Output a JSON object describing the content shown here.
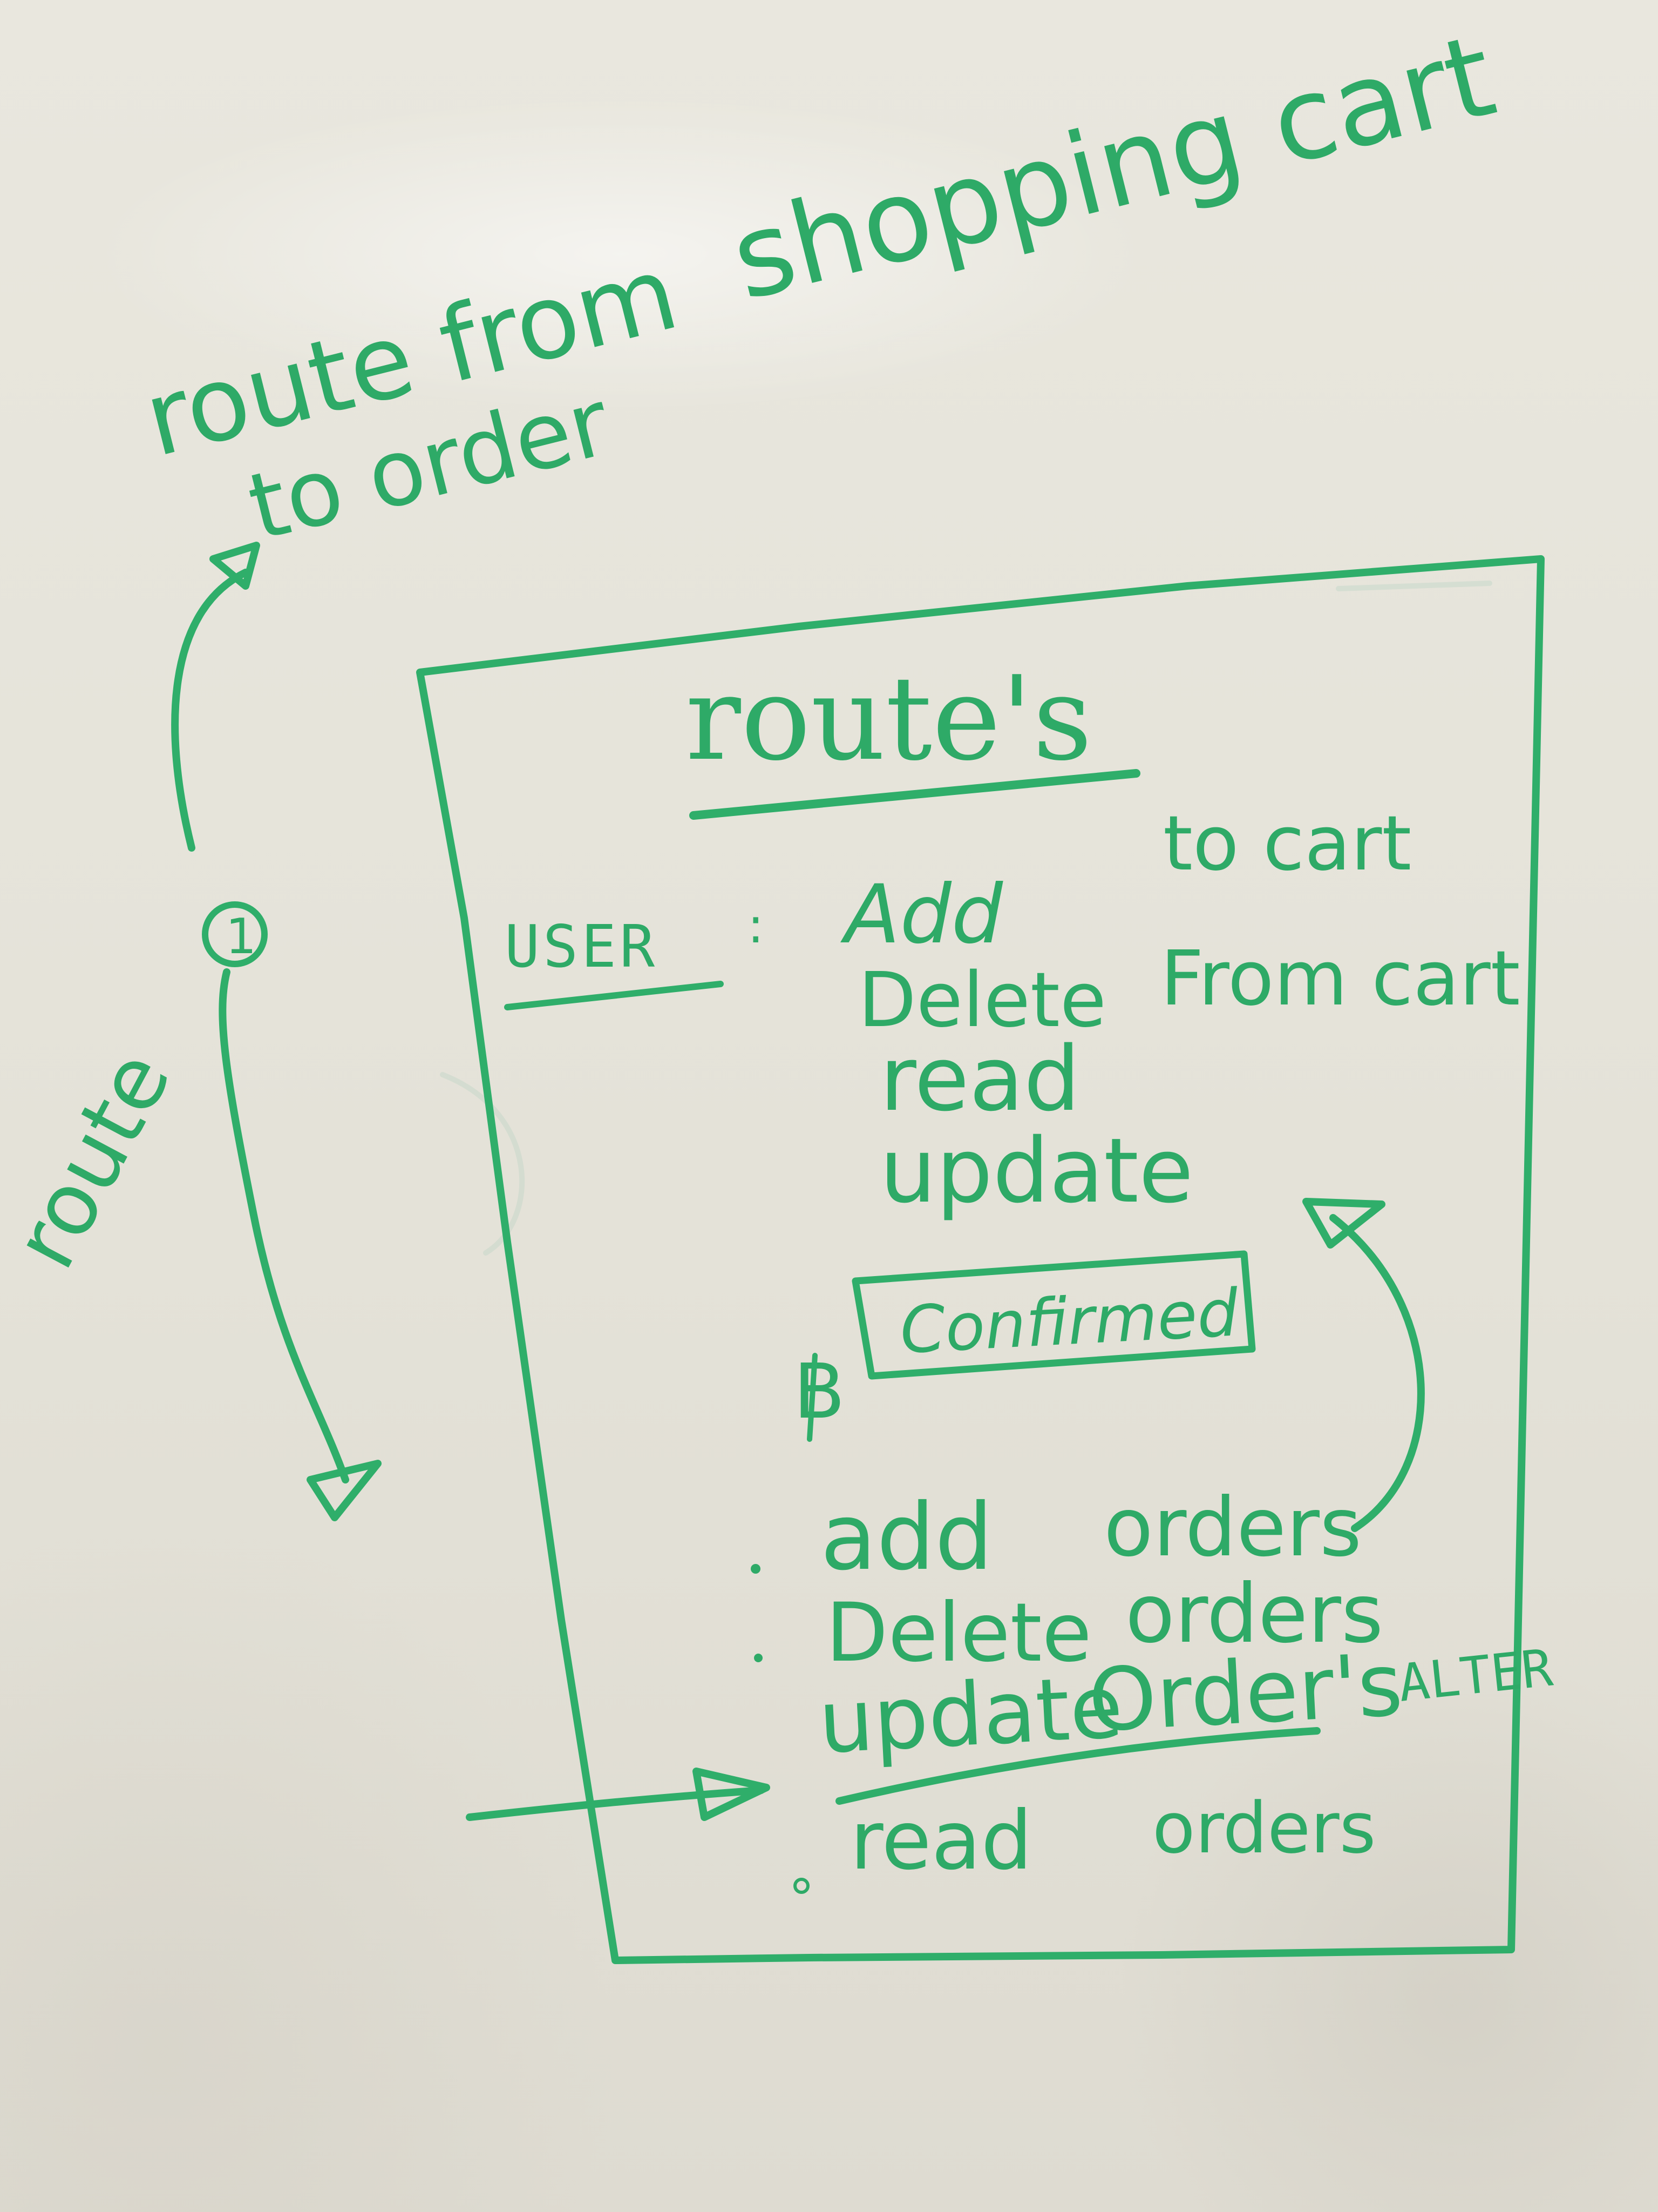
{
  "whiteboard": {
    "top_note": {
      "line1": "route from",
      "line2": "to order",
      "shopping_cart": "shopping cart"
    },
    "side_label": "route",
    "circle_label": "1",
    "box": {
      "heading": "route's",
      "user_label": "USER",
      "user_colon": ":",
      "user_routes": [
        "Add",
        "Delete",
        "read",
        "update"
      ],
      "to_cart": "to cart",
      "from_cart": "From cart",
      "confirmed": "Confirmed",
      "b_label": "B",
      "order_routes": [
        {
          "verb": "add",
          "object": "orders"
        },
        {
          "verb": "Delete",
          "object": "orders"
        },
        {
          "verb": "update",
          "object": "Order's"
        },
        {
          "verb": "read",
          "object": "orders"
        }
      ],
      "alter_note": "ALTER"
    }
  }
}
